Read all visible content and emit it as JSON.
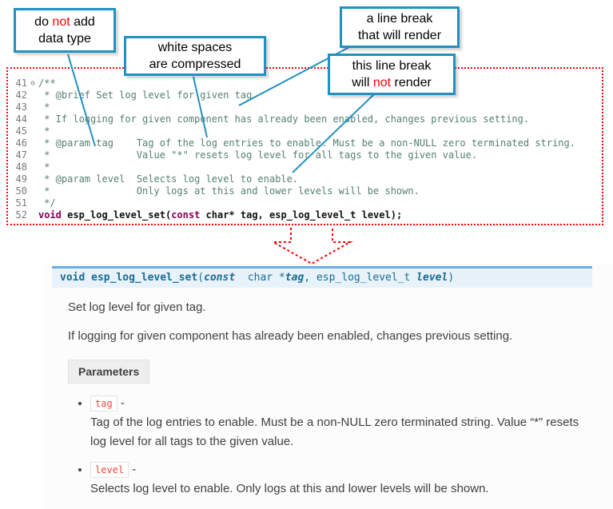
{
  "colors": {
    "callout_border": "#2191c0",
    "callout_emphasis": "#fe0000",
    "dotted_border": "#ff0000",
    "comment_text": "#557f72",
    "keyword_text": "#7f0055",
    "sig_background": "#e7f2fa",
    "sig_top_border": "#6ab0de",
    "param_code_text": "#e74c3c",
    "docs_background": "#fcfcfc"
  },
  "callouts": {
    "c1": {
      "l1a": "do ",
      "l1red": "not",
      "l1b": " add",
      "l2": "data type"
    },
    "c2": {
      "l1": "white spaces",
      "l2": "are  compressed"
    },
    "c3": {
      "l1": "a line break",
      "l2": "that will render"
    },
    "c4": {
      "l1": "this line break",
      "l2a": "will ",
      "l2red": "not",
      "l2b": " render"
    }
  },
  "editor": {
    "lines": [
      {
        "n": "41",
        "fold": "⊖",
        "segs": [
          {
            "c": "comment",
            "t": "/**"
          }
        ]
      },
      {
        "n": "42",
        "segs": [
          {
            "c": "comment",
            "t": " * @brief Set log level for given tag"
          }
        ]
      },
      {
        "n": "43",
        "segs": [
          {
            "c": "comment",
            "t": " *"
          }
        ]
      },
      {
        "n": "44",
        "segs": [
          {
            "c": "comment",
            "t": " * If logging for given component has already been enabled, changes previous setting."
          }
        ]
      },
      {
        "n": "45",
        "segs": [
          {
            "c": "comment",
            "t": " *"
          }
        ]
      },
      {
        "n": "46",
        "segs": [
          {
            "c": "comment",
            "t": " * @param tag    Tag of the log entries to enable. Must be a non-NULL zero terminated string."
          }
        ]
      },
      {
        "n": "47",
        "segs": [
          {
            "c": "comment",
            "t": " *               Value \"*\" resets log level for all tags to the given value."
          }
        ]
      },
      {
        "n": "48",
        "segs": [
          {
            "c": "comment",
            "t": " *"
          }
        ]
      },
      {
        "n": "49",
        "segs": [
          {
            "c": "comment",
            "t": " * @param level  Selects log level to enable."
          }
        ]
      },
      {
        "n": "50",
        "segs": [
          {
            "c": "comment",
            "t": " *               Only logs at this and lower levels will be shown."
          }
        ]
      },
      {
        "n": "51",
        "segs": [
          {
            "c": "comment",
            "t": " */"
          }
        ]
      },
      {
        "n": "52",
        "segs": [
          {
            "c": "kw",
            "t": "void"
          },
          {
            "c": "plain",
            "t": " esp_log_level_set("
          },
          {
            "c": "kw",
            "t": "const"
          },
          {
            "c": "plain",
            "t": " char* tag, esp_log_level_t level);"
          }
        ]
      }
    ]
  },
  "docs": {
    "signature": {
      "ret": "void ",
      "name": "esp_log_level_set",
      "open": "(",
      "const_kw": "const",
      "type1": "  char *",
      "arg1": "tag",
      "sep": ", esp_log_level_t ",
      "arg2": "level",
      "close": ")"
    },
    "p1": "Set log level for given tag.",
    "p2": "If logging for given component has already been enabled, changes previous setting.",
    "params_label": "Parameters",
    "params": [
      {
        "name": "tag",
        "dash": "-",
        "desc": "Tag of the log entries to enable. Must be a non-NULL zero terminated string. Value “*” resets log level for all tags to the given value."
      },
      {
        "name": "level",
        "dash": "-",
        "desc": "Selects log level to enable. Only logs at this and lower levels will be shown."
      }
    ]
  }
}
